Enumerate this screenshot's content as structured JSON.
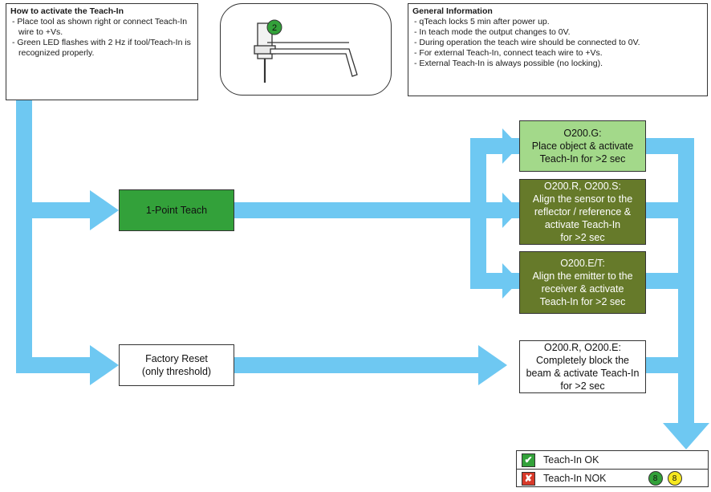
{
  "how_to": {
    "title": "How to activate the Teach-In",
    "items": [
      "Place tool as shown right or connect Teach-In wire to +Vs.",
      "Green LED flashes with 2 Hz if tool/Teach-In is recognized properly."
    ]
  },
  "tool_image": {
    "badge": "2"
  },
  "general": {
    "title": "General Information",
    "items": [
      "qTeach locks 5 min after power up.",
      "In teach mode the output changes to 0V.",
      "During operation the teach wire should be connected to 0V.",
      "For external Teach-In, connect teach wire to +Vs.",
      "External Teach-In is always possible (no locking)."
    ]
  },
  "nodes": {
    "one_point": "1-Point Teach",
    "factory": [
      "Factory Reset",
      "(only threshold)"
    ],
    "g": [
      "O200.G:",
      "Place object & activate",
      "Teach-In for >2 sec"
    ],
    "rs": [
      "O200.R, O200.S:",
      "Align the sensor to the",
      "reflector / reference &",
      "activate Teach-In",
      "for >2 sec"
    ],
    "et": [
      "O200.E/T:",
      "Align the emitter to the",
      "receiver & activate",
      "Teach-In for >2 sec"
    ],
    "re": [
      "O200.R, O200.E:",
      "Completely block the",
      "beam & activate Teach-In",
      "for >2 sec"
    ]
  },
  "legend": {
    "ok": "Teach-In OK",
    "nok": "Teach-In NOK",
    "led_green": "8",
    "led_yellow": "8"
  },
  "colors": {
    "arrow": "#6ec8f2",
    "green": "#33a13a",
    "light_green": "#a3d98a",
    "olive": "#667a2a",
    "red": "#d83a2a",
    "yellow": "#f6e820"
  }
}
